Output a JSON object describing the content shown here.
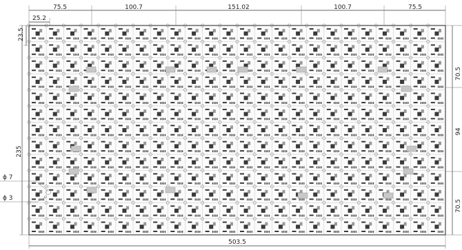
{
  "drawing": {
    "top_dimensions": [
      "75.5",
      "100.7",
      "151.02",
      "100.7",
      "75.5"
    ],
    "cell_pitch_x": "25.2",
    "cell_pitch_y": "23.5",
    "left_overall_height": "235",
    "right_dimensions": [
      "70.5",
      "94",
      "70.5"
    ],
    "bottom_overall_width": "503.5",
    "hole_large": "ϕ 7",
    "hole_small": "ϕ 3"
  }
}
